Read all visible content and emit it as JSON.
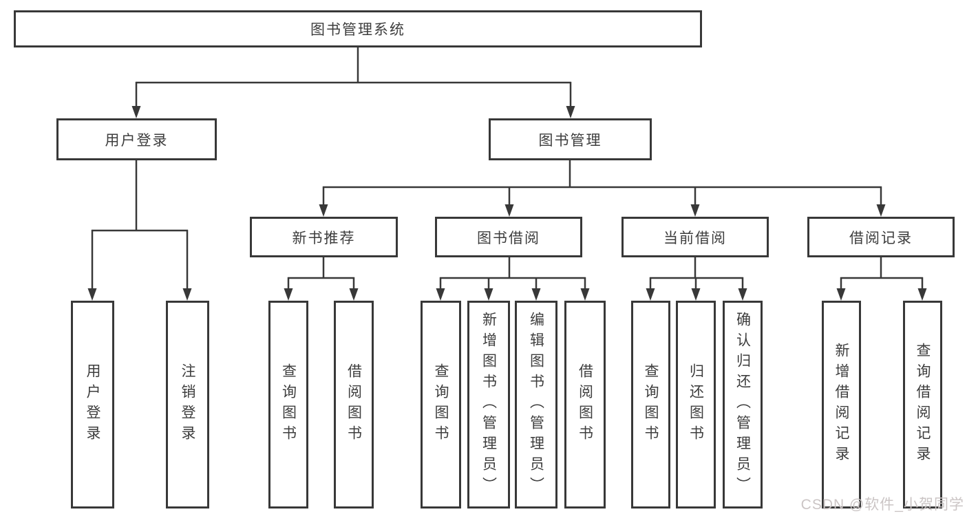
{
  "diagram": {
    "root": {
      "label": "图书管理系统"
    },
    "branches": [
      {
        "label": "用户登录",
        "children": [
          {
            "label": "用户登录"
          },
          {
            "label": "注销登录"
          }
        ]
      },
      {
        "label": "图书管理",
        "children": [
          {
            "label": "新书推荐",
            "children": [
              {
                "label": "查询图书"
              },
              {
                "label": "借阅图书"
              }
            ]
          },
          {
            "label": "图书借阅",
            "children": [
              {
                "label": "查询图书"
              },
              {
                "label": "新增图书（管理员）"
              },
              {
                "label": "编辑图书（管理员）"
              },
              {
                "label": "借阅图书"
              }
            ]
          },
          {
            "label": "当前借阅",
            "children": [
              {
                "label": "查询图书"
              },
              {
                "label": "归还图书"
              },
              {
                "label": "确认归还（管理员）"
              }
            ]
          },
          {
            "label": "借阅记录",
            "children": [
              {
                "label": "新增借阅记录"
              },
              {
                "label": "查询借阅记录"
              }
            ]
          }
        ]
      }
    ],
    "watermark": "CSDN @软件_小贺同学",
    "colors": {
      "line": "#383838",
      "box_background": "#ffffff",
      "text": "#3d3d3d",
      "watermark": "#cbc5c5"
    }
  }
}
